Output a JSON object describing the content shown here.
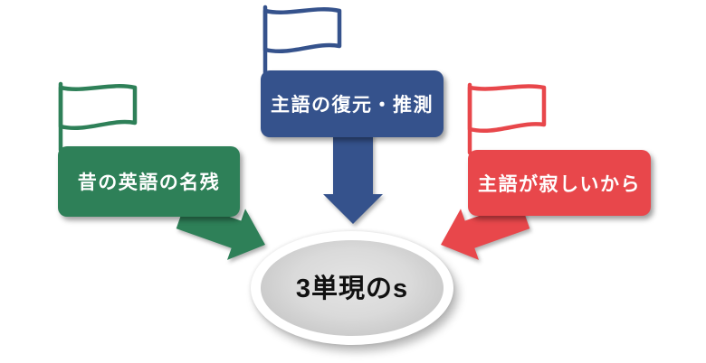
{
  "canvas": {
    "background": "#ffffff"
  },
  "diagram": {
    "center": {
      "label": "3単現のs",
      "fill": "#d6d6d6",
      "halo_color": "#ffffff",
      "text_color": "#111111"
    },
    "causes": [
      {
        "name": "old-english-remnant",
        "label": "昔の英語の名残",
        "color": "#2e8058",
        "text_color": "#ffffff",
        "icon": "flag-icon"
      },
      {
        "name": "subject-restoration",
        "label": "主語の復元・推測",
        "color": "#35528c",
        "text_color": "#ffffff",
        "icon": "flag-icon"
      },
      {
        "name": "subject-is-lonely",
        "label": "主語が寂しいから",
        "color": "#e8474b",
        "text_color": "#ffffff",
        "icon": "flag-icon"
      }
    ]
  }
}
